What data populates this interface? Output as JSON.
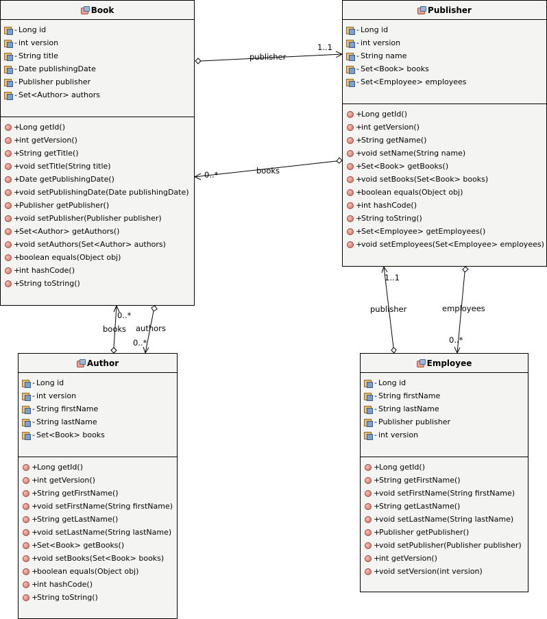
{
  "classes": {
    "book": {
      "name": "Book",
      "attributes": [
        "Long id",
        "int version",
        "String title",
        "Date publishingDate",
        "Publisher publisher",
        "Set<Author> authors"
      ],
      "methods": [
        "Long getId()",
        "int getVersion()",
        "String getTitle()",
        "void setTitle(String title)",
        "Date getPublishingDate()",
        "void setPublishingDate(Date publishingDate)",
        "Publisher getPublisher()",
        "void setPublisher(Publisher publisher)",
        "Set<Author> getAuthors()",
        "void setAuthors(Set<Author> authors)",
        "boolean equals(Object obj)",
        "int hashCode()",
        "String toString()"
      ]
    },
    "publisher": {
      "name": "Publisher",
      "attributes": [
        "Long id",
        "int version",
        "String name",
        "Set<Book> books",
        "Set<Employee> employees"
      ],
      "methods": [
        "Long getId()",
        "int getVersion()",
        "String getName()",
        "void setName(String name)",
        "Set<Book> getBooks()",
        "void setBooks(Set<Book> books)",
        "boolean equals(Object obj)",
        "int hashCode()",
        "String toString()",
        "Set<Employee> getEmployees()",
        "void setEmployees(Set<Employee> employees)"
      ]
    },
    "author": {
      "name": "Author",
      "attributes": [
        "Long id",
        "int version",
        "String firstName",
        "String lastName",
        "Set<Book> books"
      ],
      "methods": [
        "Long getId()",
        "int getVersion()",
        "String getFirstName()",
        "void setFirstName(String firstName)",
        "String getLastName()",
        "void setLastName(String lastName)",
        "Set<Book> getBooks()",
        "void setBooks(Set<Book> books)",
        "boolean equals(Object obj)",
        "int hashCode()",
        "String toString()"
      ]
    },
    "employee": {
      "name": "Employee",
      "attributes": [
        "Long id",
        "String firstName",
        "String lastName",
        "Publisher publisher",
        "int version"
      ],
      "methods": [
        "Long getId()",
        "String getFirstName()",
        "void setFirstName(String firstName)",
        "String getLastName()",
        "void setLastName(String lastName)",
        "Publisher getPublisher()",
        "void setPublisher(Publisher publisher)",
        "int getVersion()",
        "void setVersion(int version)"
      ]
    }
  },
  "visibility": {
    "private": "-",
    "public": "+"
  },
  "associations": {
    "book_publisher": {
      "role": "publisher",
      "multiplicity": "1..1"
    },
    "publisher_books": {
      "role": "books",
      "multiplicity": "0..*"
    },
    "author_books": {
      "role": "books",
      "multiplicity": "0..*"
    },
    "book_authors": {
      "role": "authors",
      "multiplicity": "0..*"
    },
    "employee_publisher": {
      "role": "publisher",
      "multiplicity": "1..1"
    },
    "publisher_employees": {
      "role": "employees",
      "multiplicity": "0..*"
    }
  }
}
